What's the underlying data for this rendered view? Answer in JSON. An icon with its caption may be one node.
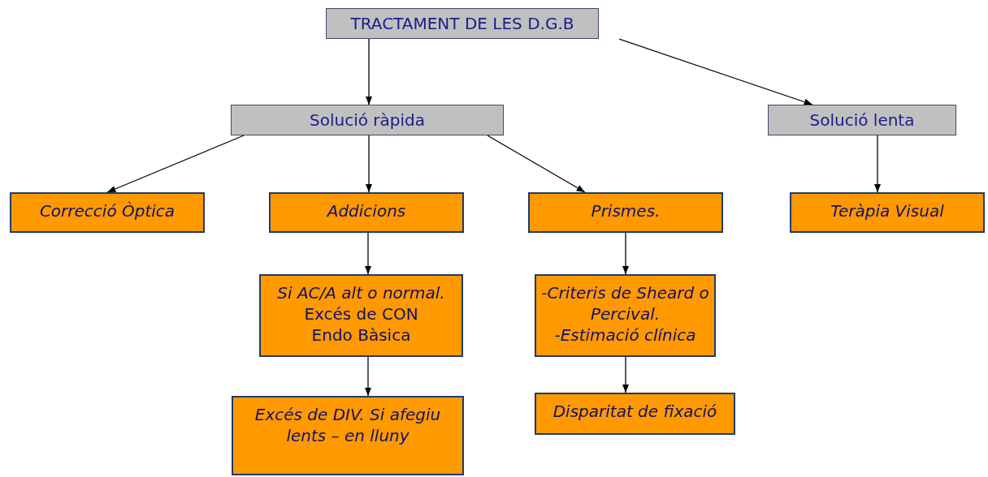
{
  "diagram": {
    "nodes": [
      {
        "text": [
          "TRACTAMENT DE LES D.G.B"
        ]
      },
      {
        "text": [
          "Solució ràpida"
        ]
      },
      {
        "text": [
          "Solució lenta"
        ]
      },
      {
        "text": [
          "Correcció Òptica"
        ]
      },
      {
        "text": [
          "Addicions"
        ]
      },
      {
        "text": [
          "Prismes."
        ]
      },
      {
        "text": [
          "Teràpia Visual"
        ]
      },
      {
        "text": [
          "*Si AC/A alt o normal.* Excés de CON",
          "Endo Bàsica"
        ]
      },
      {
        "text": [
          "-Criteris de Sheard o Percival.",
          "-Estimació clínica"
        ]
      },
      {
        "text": [
          "Excés de DIV. Si afegiu lents – en lluny"
        ]
      },
      {
        "text": [
          "Disparitat de fixació"
        ]
      }
    ],
    "edges": [
      {
        "from": 0,
        "to": 1,
        "arrow": "to"
      },
      {
        "from": 0,
        "to": 2,
        "arrow": "to"
      },
      {
        "from": 1,
        "to": 3,
        "arrow": "to"
      },
      {
        "from": 1,
        "to": 4,
        "arrow": "to"
      },
      {
        "from": 1,
        "to": 5,
        "arrow": "to"
      },
      {
        "from": 2,
        "to": 6,
        "arrow": "to"
      },
      {
        "from": 4,
        "to": 7,
        "arrow": "to"
      },
      {
        "from": 7,
        "to": 9,
        "arrow": "to"
      },
      {
        "from": 5,
        "to": 8,
        "arrow": "to"
      },
      {
        "from": 8,
        "to": 10,
        "arrow": "to"
      }
    ]
  }
}
